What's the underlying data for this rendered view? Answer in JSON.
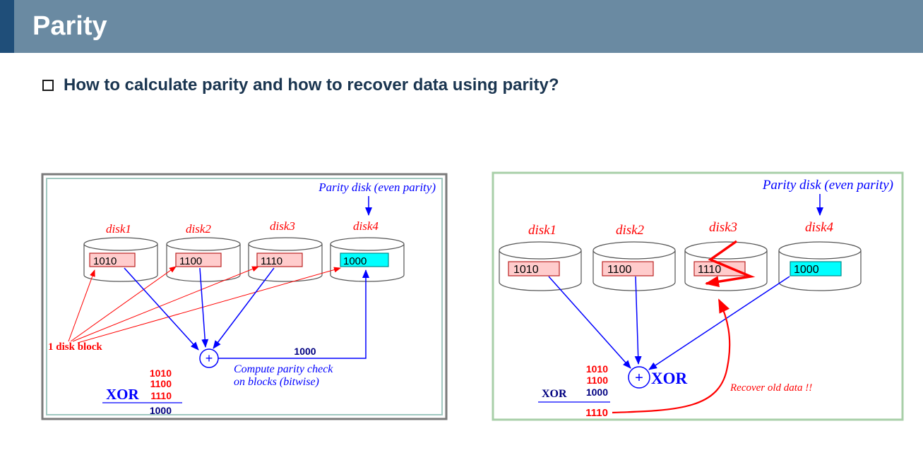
{
  "header": {
    "title": "Parity"
  },
  "question": "How to calculate parity and how to recover data using parity?",
  "colors": {
    "header_bg": "#6a8aa2",
    "header_accent": "#1f4e79",
    "question_text": "#1a3550",
    "red": "#ff0000",
    "blue": "#0000ff",
    "disk_block_fill": "#ffcccc",
    "parity_block_fill": "#00ffff"
  },
  "left_diagram": {
    "parity_label": "Parity disk (even parity)",
    "disks": [
      {
        "name": "disk1",
        "value": "1010"
      },
      {
        "name": "disk2",
        "value": "1100"
      },
      {
        "name": "disk3",
        "value": "1110"
      },
      {
        "name": "disk4",
        "value": "1000"
      }
    ],
    "block_label": "1 disk block",
    "parity_result": "1000",
    "compute_line1": "Compute parity check",
    "compute_line2": "on blocks (bitwise)",
    "xor_label": "XOR",
    "xor_operands": [
      "1010",
      "1100",
      "1110"
    ],
    "xor_result": "1000",
    "plus": "+"
  },
  "right_diagram": {
    "parity_label": "Parity disk (even parity)",
    "disks": [
      {
        "name": "disk1",
        "value": "1010"
      },
      {
        "name": "disk2",
        "value": "1100"
      },
      {
        "name": "disk3",
        "value": "1110"
      },
      {
        "name": "disk4",
        "value": "1000"
      }
    ],
    "xor_circle_label": "XOR",
    "xor_label": "XOR",
    "xor_operands": [
      "1010",
      "1100"
    ],
    "xor_third": "1000",
    "xor_result": "1110",
    "recover_label": "Recover old data !!",
    "plus": "+"
  }
}
